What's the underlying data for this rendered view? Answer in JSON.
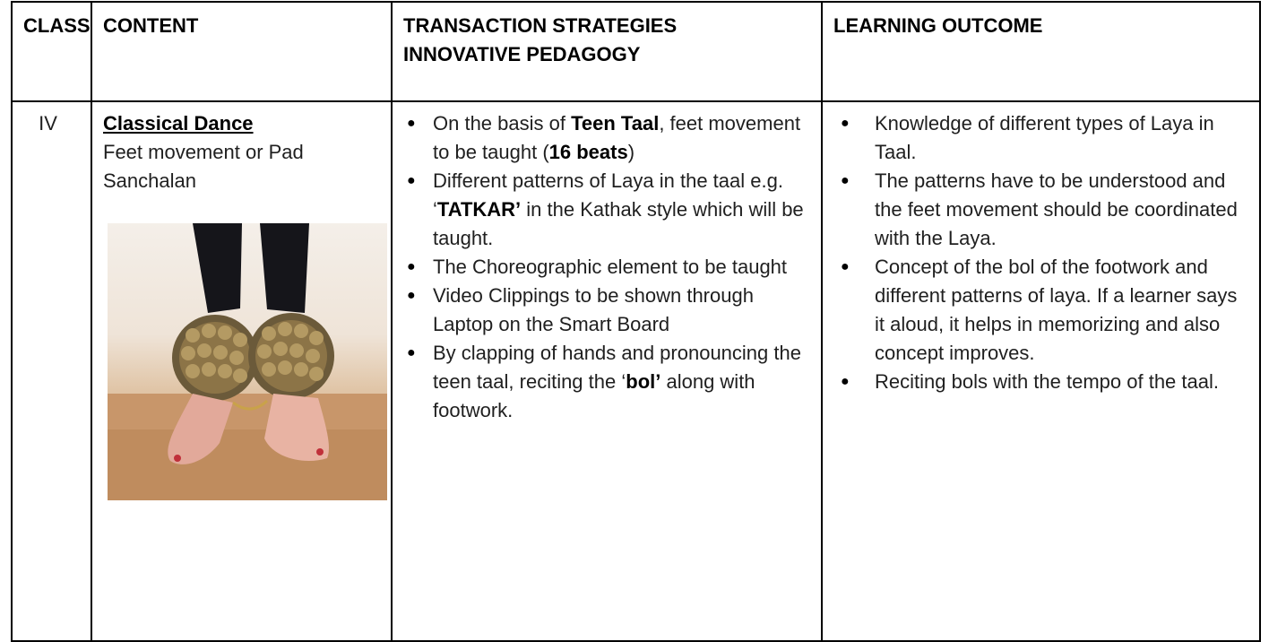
{
  "header": {
    "class": "CLASS",
    "content": "CONTENT",
    "strategies_line1": "TRANSACTION STRATEGIES",
    "strategies_line2": "INNOVATIVE PEDAGOGY",
    "outcome": "LEARNING OUTCOME"
  },
  "row": {
    "class": "IV",
    "content_title": "Classical Dance",
    "content_text": "Feet movement or Pad Sanchalan",
    "strategies": [
      {
        "parts": [
          "On the basis of ",
          "Teen Taal",
          ", feet movement to be taught (",
          "16 beats",
          ")"
        ]
      },
      {
        "parts": [
          "Different patterns of Laya in the taal e.g. ‘",
          "TATKAR’",
          " in the Kathak style which will be taught."
        ]
      },
      {
        "text": "The Choreographic element to be taught"
      },
      {
        "text": "Video Clippings to be shown through Laptop on the Smart Board"
      },
      {
        "parts": [
          "By clapping of hands and pronouncing the teen taal, reciting the ‘",
          "bol’",
          " along with footwork."
        ]
      }
    ],
    "outcomes": [
      "Knowledge of different types of Laya in Taal.",
      "The patterns have to be understood and the feet movement should be coordinated with the Laya.",
      "Concept of the bol of the footwork and different patterns of laya. If a learner says it aloud, it helps in memorizing and also concept improves.",
      "Reciting bols with the tempo of the taal."
    ],
    "bullet_glyph": "●"
  }
}
